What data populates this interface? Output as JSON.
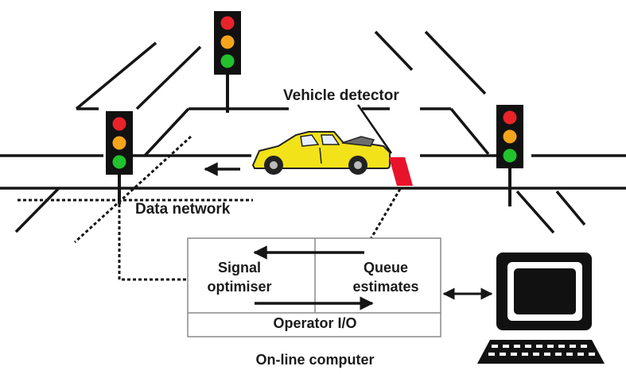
{
  "labels": {
    "vehicle_detector": "Vehicle detector",
    "data_network": "Data network",
    "signal_optimiser_line1": "Signal",
    "signal_optimiser_line2": "optimiser",
    "queue_estimates_line1": "Queue",
    "queue_estimates_line2": "estimates",
    "operator_io": "Operator I/O",
    "online_computer": "On-line computer"
  },
  "colors": {
    "ink": "#151515",
    "traffic_light_housing": "#111111",
    "red_lamp": "#e8232a",
    "amber_lamp": "#f5a51c",
    "green_lamp": "#22c12e",
    "car_body": "#f2e21a",
    "detector": "#e8132b",
    "computer_box": "#8a8a8a"
  },
  "icons": {
    "traffic_light": "traffic-light-icon",
    "car": "car-icon",
    "computer": "computer-terminal-icon"
  }
}
